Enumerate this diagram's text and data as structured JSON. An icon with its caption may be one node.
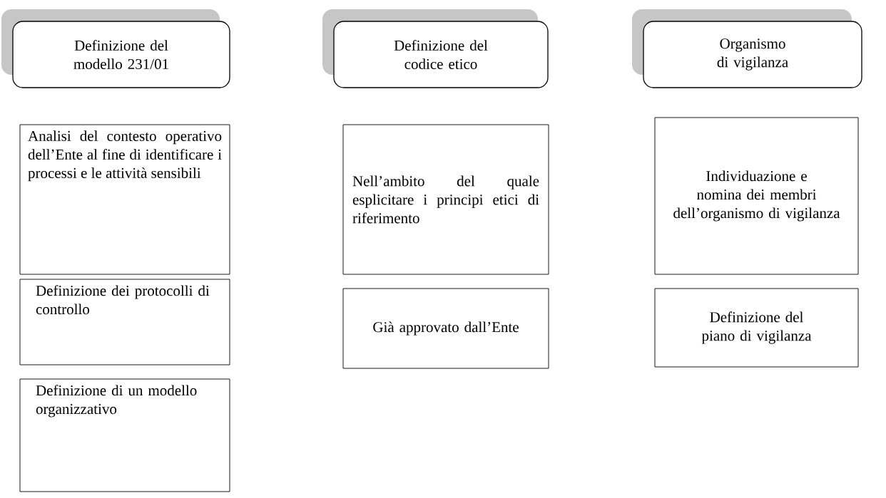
{
  "diagram": {
    "nodes": [
      {
        "text": [
          "Definizione del modello 231/01"
        ]
      },
      {
        "text": [
          "Definizione del codice etico"
        ]
      },
      {
        "text": [
          "Organismo di vigilanza"
        ]
      },
      {
        "text": [
          "Analisi del contesto operativo dell’Ente al fine di identificare i processi e le attività sensibili"
        ]
      },
      {
        "text": [
          "Definizione dei protocolli di controllo"
        ]
      },
      {
        "text": [
          "Definizione di un modello organizzativo"
        ]
      },
      {
        "text": [
          "Nell’ambito del quale esplicitare i principi etici di riferimento"
        ]
      },
      {
        "text": [
          "Già approvato dall’Ente"
        ]
      },
      {
        "text": [
          "Individuazione e nomina dei membri dell’organismo di vigilanza"
        ]
      },
      {
        "text": [
          "Definizione del piano di vigilanza"
        ]
      }
    ]
  }
}
